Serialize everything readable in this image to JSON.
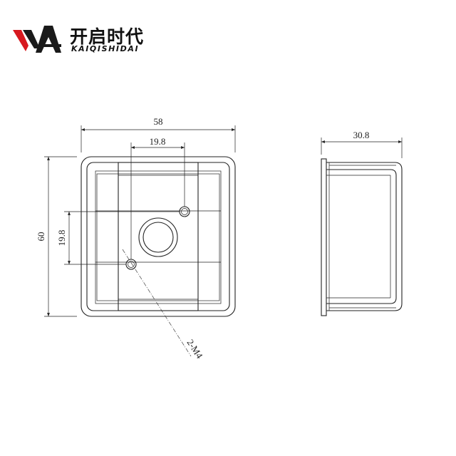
{
  "logo": {
    "chinese_name": "开启时代",
    "english_name": "KAIQISHIDAI",
    "brand_red": "#d7191f",
    "brand_dark": "#1a1a1a"
  },
  "front_view": {
    "width_dim": "58",
    "hole_spacing_horizontal": "19.8",
    "height_dim": "60",
    "hole_spacing_vertical": "19.8",
    "hole_callout": "2-M4"
  },
  "side_view": {
    "depth_dim": "30.8"
  }
}
